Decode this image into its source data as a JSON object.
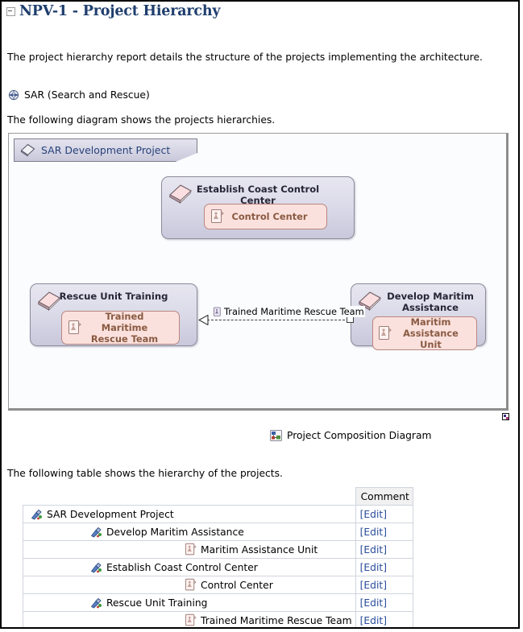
{
  "document": {
    "title": "NPV-1 - Project Hierarchy",
    "collapse_icon": "collapse-minus-icon",
    "intro_text": "The project hierarchy report details the structure of the projects implementing the architecture.",
    "diagram_intro_text": "The following diagram shows the projects hierarchies.",
    "table_intro_text": "The following table shows the hierarchy of the projects."
  },
  "node": {
    "icon": "compass-rose-icon",
    "label": "SAR (Search and Rescue)"
  },
  "diagram": {
    "frame_label": "SAR Development Project",
    "frame_icon": "diamond-project-icon",
    "caption": "Project Composition Diagram",
    "caption_icon": "diagram-icon",
    "resize_handle": "resize-handle-icon",
    "boxes": [
      {
        "id": "establish-coast-control-center",
        "title": "Establish Coast Control Center",
        "icon": "project-scroll-icon",
        "asset": {
          "label": "Control Center",
          "icon": "asset-card-icon"
        }
      },
      {
        "id": "rescue-unit-training",
        "title": "Rescue Unit Training",
        "icon": "project-scroll-icon",
        "asset": {
          "label": "Trained Maritime Rescue Team",
          "icon": "asset-card-icon"
        }
      },
      {
        "id": "develop-maritim-assistance",
        "title": "Develop Maritim Assistance",
        "icon": "project-scroll-icon",
        "asset": {
          "label": "Maritim Assistance Unit",
          "icon": "asset-card-icon"
        }
      }
    ],
    "connector": {
      "label": "Trained Maritime Rescue Team",
      "icon": "asset-card-icon",
      "style": "dashed",
      "source_marker": "hollow-triangle",
      "target_marker": "hollow-square"
    }
  },
  "table": {
    "columns": [
      "",
      "Comment"
    ],
    "comment_header": "Comment",
    "edit_label": "[Edit]",
    "rows": [
      {
        "name": "SAR Development Project",
        "level": 1,
        "icon": "project-tool-icon",
        "comment": "[Edit]"
      },
      {
        "name": "Develop Maritim Assistance",
        "level": 2,
        "icon": "project-tool-icon",
        "comment": "[Edit]"
      },
      {
        "name": "Maritim Assistance Unit",
        "level": 3,
        "icon": "asset-card-icon",
        "comment": "[Edit]"
      },
      {
        "name": "Establish Coast Control Center",
        "level": 2,
        "icon": "project-tool-icon",
        "comment": "[Edit]"
      },
      {
        "name": "Control Center",
        "level": 3,
        "icon": "asset-card-icon",
        "comment": "[Edit]"
      },
      {
        "name": "Rescue Unit Training",
        "level": 2,
        "icon": "project-tool-icon",
        "comment": "[Edit]"
      },
      {
        "name": "Trained Maritime Rescue Team",
        "level": 3,
        "icon": "asset-card-icon",
        "comment": "[Edit]"
      }
    ]
  },
  "colors": {
    "title": "#1F3E6E",
    "link": "#2A4D9B",
    "project_box_fill": "#DCDBE9",
    "asset_box_fill": "#FBE1DD",
    "asset_text": "#8A5A42",
    "frame_border": "#9A9A9A"
  }
}
